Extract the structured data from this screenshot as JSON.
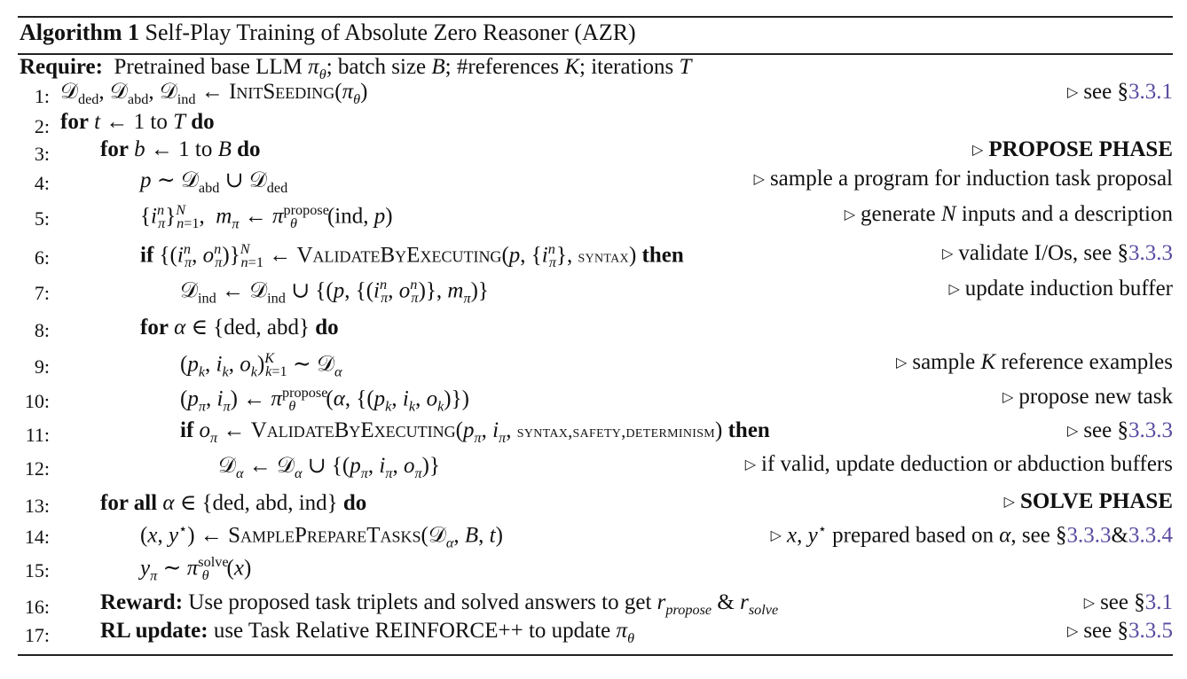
{
  "algorithm": {
    "label": "Algorithm 1",
    "title": "Self-Play Training of Absolute Zero Reasoner (AZR)",
    "require_label": "Require:",
    "require_text": "Pretrained base LLM πθ; batch size B; #references K; iterations T"
  },
  "lines": [
    {
      "num": "1:",
      "code": "𝒟ded, 𝒟abd, 𝒟ind ← InitSeeding(πθ)",
      "comment_prefix": "see §",
      "comment_ref": "3.3.1"
    },
    {
      "num": "2:",
      "code": "for t ← 1 to T do"
    },
    {
      "num": "3:",
      "code": "for b ← 1 to B do",
      "comment": "PROPOSE PHASE"
    },
    {
      "num": "4:",
      "code": "p ∼ 𝒟abd ∪ 𝒟ded",
      "comment": "sample a program for induction task proposal"
    },
    {
      "num": "5:",
      "code": "{iπn}Nn=1, mπ ← πθpropose(ind, p)",
      "comment": "generate N inputs and a description"
    },
    {
      "num": "6:",
      "code": "if {(iπn, oπn)}Nn=1 ← ValidateByExecuting(p, {iπn}, syntax) then",
      "comment_prefix": "validate I/Os, see §",
      "comment_ref": "3.3.3"
    },
    {
      "num": "7:",
      "code": "𝒟ind ← 𝒟ind ∪ {(p, {(iπn, oπn)}, mπ)}",
      "comment": "update induction buffer"
    },
    {
      "num": "8:",
      "code": "for α ∈ {ded, abd} do"
    },
    {
      "num": "9:",
      "code": "(pk, ik, ok)Kk=1 ∼ 𝒟α",
      "comment": "sample K reference examples"
    },
    {
      "num": "10:",
      "code": "(pπ, iπ) ← πθpropose(α, {(pk, ik, ok)})",
      "comment": "propose new task"
    },
    {
      "num": "11:",
      "code": "if oπ ← ValidateByExecuting(pπ, iπ, syntax,safety,determinism) then",
      "comment_prefix": "see §",
      "comment_ref": "3.3.3"
    },
    {
      "num": "12:",
      "code": "𝒟α ← 𝒟α ∪ {(pπ, iπ, oπ)}",
      "comment": "if valid, update deduction or abduction buffers"
    },
    {
      "num": "13:",
      "code": "for all α ∈ {ded, abd, ind} do",
      "comment": "SOLVE PHASE"
    },
    {
      "num": "14:",
      "code": "(x, y⋆) ← SamplePrepareTasks(𝒟α, B, t)",
      "comment_prefix": "x, y⋆ prepared based on α, see §",
      "comment_ref": "3.3.3",
      "comment_amp": "&",
      "comment_ref2": "3.3.4"
    },
    {
      "num": "15:",
      "code": "yπ ∼ πθsolve(x)"
    },
    {
      "num": "16:",
      "code": "Reward: Use proposed task triplets and solved answers to get rpropose & rsolve",
      "comment_prefix": "see §",
      "comment_ref": "3.1"
    },
    {
      "num": "17:",
      "code": "RL update: use Task Relative REINFORCE++ to update πθ",
      "comment_prefix": "see §",
      "comment_ref": "3.3.5"
    }
  ],
  "colors": {
    "reference_link": "#5b4aa0",
    "text": "#111111"
  }
}
